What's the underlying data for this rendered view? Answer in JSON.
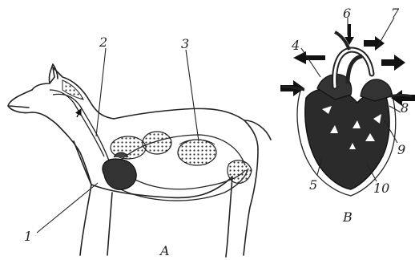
{
  "figure": {
    "panel_a": {
      "caption": "A"
    },
    "panel_b": {
      "caption": "B"
    },
    "labels": {
      "l1": "1",
      "l2": "2",
      "l3": "3",
      "l4": "4",
      "l5": "5",
      "l6": "6",
      "l7": "7",
      "l8": "8",
      "l9": "9",
      "l10": "10"
    },
    "colors": {
      "ink": "#222222",
      "organ": "#3a3a3a",
      "paper": "#ffffff"
    }
  }
}
